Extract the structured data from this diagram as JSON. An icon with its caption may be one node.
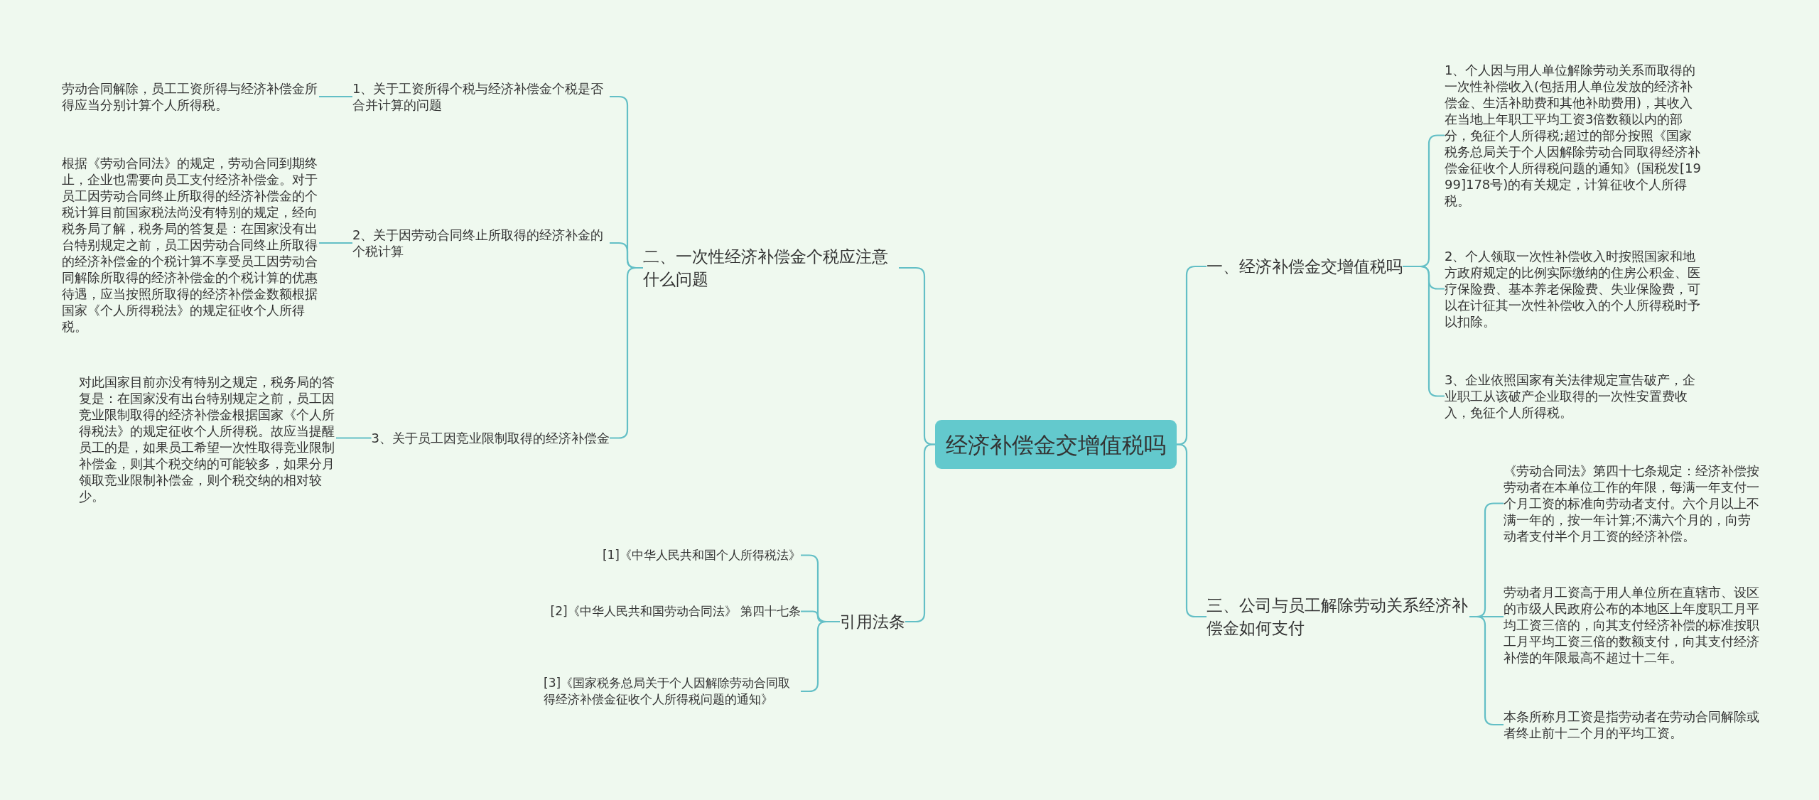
{
  "diagram": {
    "nodes": [
      {
        "text": [
          "经济补偿金交增值税吗"
        ]
      },
      {
        "text": [
          "二、一次性经济补偿金个税应注意什么问题"
        ]
      },
      {
        "text": [
          "1、关于工资所得个税与经济补偿金个税是否合并计算的问题"
        ]
      },
      {
        "text": [
          "劳动合同解除，员工工资所得与经济补偿金所得应当分别计算个人所得税。"
        ]
      },
      {
        "text": [
          "2、关于因劳动合同终止所取得的经济补金的个税计算"
        ]
      },
      {
        "text": [
          "根据《劳动合同法》的规定，劳动合同到期终止，企业也需要向员工支付经济补偿金。对于员工因劳动合同终止所取得的经济补偿金的个税计算目前国家税法尚没有特别的规定，经向税务局了解，税务局的答复是：在国家没有出台特别规定之前，员工因劳动合同终止所取得的经济补偿金的个税计算不享受员工因劳动合同解除所取得的经济补偿金的个税计算的优惠待遇，应当按照所取得的经济补偿金数额根据国家《个人所得税法》的规定征收个人所得税。"
        ]
      },
      {
        "text": [
          "3、关于员工因竞业限制取得的经济补偿金"
        ]
      },
      {
        "text": [
          "对此国家目前亦没有特别之规定，税务局的答复是：在国家没有出台特别规定之前，员工因竞业限制取得的经济补偿金根据国家《个人所得税法》的规定征收个人所得税。故应当提醒员工的是，如果员工希望一次性取得竞业限制补偿金，则其个税交纳的可能较多，如果分月领取竞业限制补偿金，则个税交纳的相对较少。"
        ]
      },
      {
        "text": [
          "引用法条"
        ]
      },
      {
        "text": [
          "[1]《中华人民共和国个人所得税法》"
        ]
      },
      {
        "text": [
          "[2]《中华人民共和国劳动合同法》 第四十七条"
        ]
      },
      {
        "text": [
          "[3]《国家税务总局关于个人因解除劳动合同取得经济补偿金征收个人所得税问题的通知》"
        ]
      },
      {
        "text": [
          "一、经济补偿金交增值税吗"
        ]
      },
      {
        "text": [
          "1、个人因与用人单位解除劳动关系而取得的一次性补偿收入(包括用人单位发放的经济补偿金、生活补助费和其他补助费用)，其收入在当地上年职工平均工资3倍数额以内的部分，免征个人所得税;超过的部分按照《国家税务总局关于个人因解除劳动合同取得经济补偿金征收个人所得税问题的通知》(国税发[1999]178号)的有关规定，计算征收个人所得税。"
        ]
      },
      {
        "text": [
          "2、个人领取一次性补偿收入时按照国家和地方政府规定的比例实际缴纳的住房公积金、医疗保险费、基本养老保险费、失业保险费，可以在计征其一次性补偿收入的个人所得税时予以扣除。"
        ]
      },
      {
        "text": [
          "3、企业依照国家有关法律规定宣告破产，企业职工从该破产企业取得的一次性安置费收入，免征个人所得税。"
        ]
      },
      {
        "text": [
          "三、公司与员工解除劳动关系经济补偿金如何支付"
        ]
      },
      {
        "text": [
          "《劳动合同法》第四十七条规定：经济补偿按劳动者在本单位工作的年限，每满一年支付一个月工资的标准向劳动者支付。六个月以上不满一年的，按一年计算;不满六个月的，向劳动者支付半个月工资的经济补偿。"
        ]
      },
      {
        "text": [
          "劳动者月工资高于用人单位所在直辖市、设区的市级人民政府公布的本地区上年度职工月平均工资三倍的，向其支付经济补偿的标准按职工月平均工资三倍的数额支付，向其支付经济补偿的年限最高不超过十二年。"
        ]
      },
      {
        "text": [
          "本条所称月工资是指劳动者在劳动合同解除或者终止前十二个月的平均工资。"
        ]
      }
    ],
    "edges": [
      {
        "from": 0,
        "to": 1,
        "arrow": "none"
      },
      {
        "from": 1,
        "to": 2,
        "arrow": "none"
      },
      {
        "from": 2,
        "to": 3,
        "arrow": "none"
      },
      {
        "from": 1,
        "to": 4,
        "arrow": "none"
      },
      {
        "from": 4,
        "to": 5,
        "arrow": "none"
      },
      {
        "from": 1,
        "to": 6,
        "arrow": "none"
      },
      {
        "from": 6,
        "to": 7,
        "arrow": "none"
      },
      {
        "from": 0,
        "to": 8,
        "arrow": "none"
      },
      {
        "from": 8,
        "to": 9,
        "arrow": "none"
      },
      {
        "from": 8,
        "to": 10,
        "arrow": "none"
      },
      {
        "from": 8,
        "to": 11,
        "arrow": "none"
      },
      {
        "from": 0,
        "to": 12,
        "arrow": "none"
      },
      {
        "from": 12,
        "to": 13,
        "arrow": "none"
      },
      {
        "from": 12,
        "to": 14,
        "arrow": "none"
      },
      {
        "from": 12,
        "to": 15,
        "arrow": "none"
      },
      {
        "from": 0,
        "to": 16,
        "arrow": "none"
      },
      {
        "from": 16,
        "to": 17,
        "arrow": "none"
      },
      {
        "from": 16,
        "to": 18,
        "arrow": "none"
      },
      {
        "from": 16,
        "to": 19,
        "arrow": "none"
      }
    ]
  }
}
